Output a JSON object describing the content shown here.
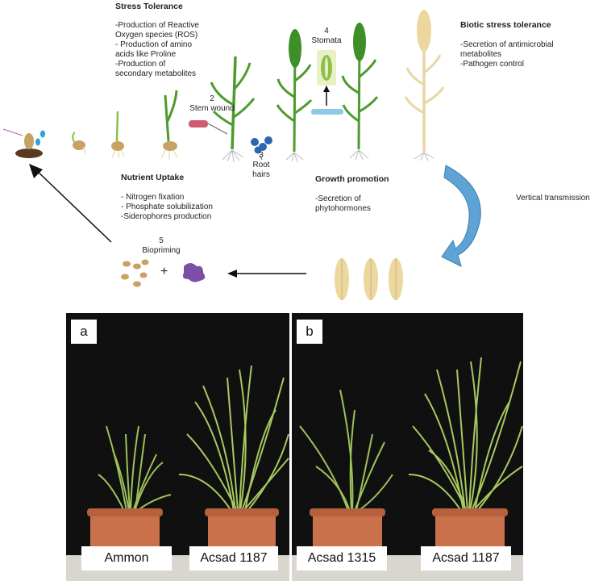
{
  "stress": {
    "title": "Stress Tolerance",
    "lines": [
      "-Production of Reactive",
      "Oxygen species (ROS)",
      "- Production of amino",
      "acids like Proline",
      "-Production of",
      "secondary metabolites"
    ]
  },
  "biotic": {
    "title": "Biotic stress tolerance",
    "lines": [
      "-Secretion of antimicrobial",
      "metabolites",
      "-Pathogen control"
    ]
  },
  "stomata": {
    "number": "4",
    "label": "Stomata"
  },
  "stem_wound": {
    "number": "2",
    "label": "Stem wound"
  },
  "root_hairs": {
    "number": "3",
    "label": "Root",
    "label2": "hairs"
  },
  "nutrient": {
    "title": "Nutrient Uptake",
    "lines": [
      "- Nitrogen fixation",
      "- Phosphate solubilization",
      "-Siderophores production"
    ]
  },
  "growth": {
    "title": "Growth promotion",
    "lines": [
      "-Secretion of",
      "phytohormones"
    ]
  },
  "vertical": "Vertical transmission",
  "biopriming": {
    "number": "5",
    "label": "Biopriming",
    "plus": "+"
  },
  "panels": {
    "a": {
      "letter": "a",
      "left_label": "Ammon",
      "right_label": "Acsad 1187"
    },
    "b": {
      "letter": "b",
      "left_label": "Acsad 1315",
      "right_label": "Acsad 1187"
    }
  },
  "colors": {
    "leaf": "#4e9a2e",
    "dry_plant": "#e8d6a4",
    "arrow_blue": "#5ea3d3",
    "bacteria_blue": "#2c66b0",
    "pot": "#c9714a",
    "panel_bg": "#101010"
  }
}
